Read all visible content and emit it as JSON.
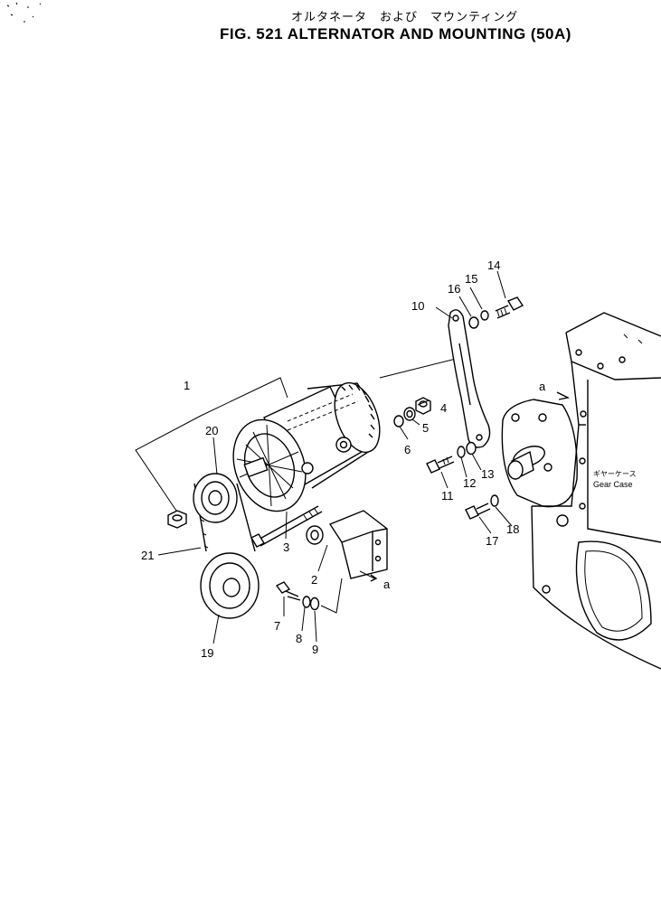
{
  "title_jp": "オルタネータ　および　マウンティング",
  "title_en": "FIG. 521  ALTERNATOR AND MOUNTING (50A)",
  "ref_letter": "a",
  "gear_case_jp": "ギヤーケース",
  "gear_case_en": "Gear Case",
  "callouts": [
    "1",
    "2",
    "3",
    "4",
    "5",
    "6",
    "7",
    "8",
    "9",
    "10",
    "11",
    "12",
    "13",
    "14",
    "15",
    "16",
    "17",
    "18",
    "19",
    "20",
    "21"
  ]
}
